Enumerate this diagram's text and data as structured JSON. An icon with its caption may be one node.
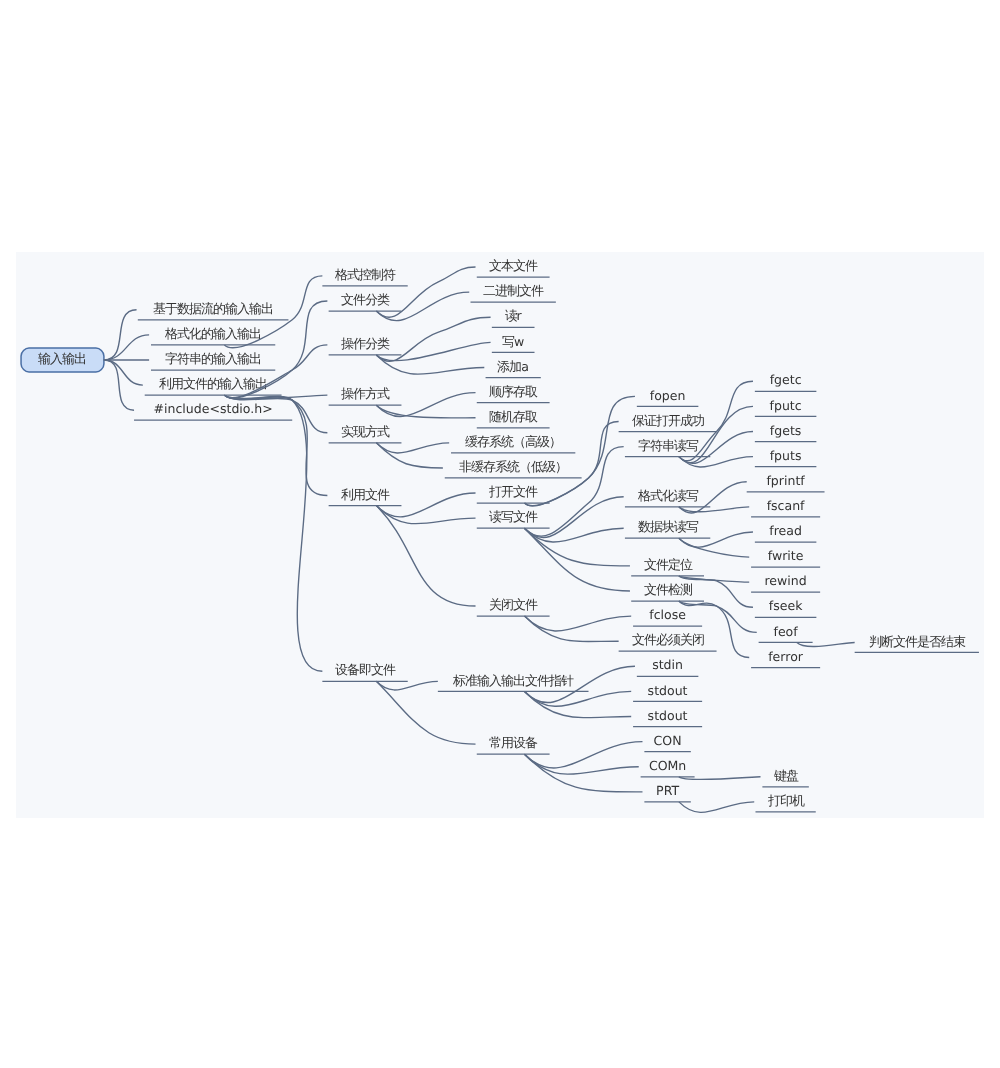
{
  "diagram": {
    "nodes": [
      {
        "text": [
          "输入输出"
        ]
      },
      {
        "text": [
          "基于数据流的输入输出"
        ]
      },
      {
        "text": [
          "格式化的输入输出"
        ]
      },
      {
        "text": [
          "格式控制符"
        ]
      },
      {
        "text": [
          "字符串的输入输出"
        ]
      },
      {
        "text": [
          "利用文件的输入输出"
        ]
      },
      {
        "text": [
          "文件分类"
        ]
      },
      {
        "text": [
          "文本文件"
        ]
      },
      {
        "text": [
          "二进制文件"
        ]
      },
      {
        "text": [
          "操作分类"
        ]
      },
      {
        "text": [
          "读r"
        ]
      },
      {
        "text": [
          "写w"
        ]
      },
      {
        "text": [
          "添加a"
        ]
      },
      {
        "text": [
          "操作方式"
        ]
      },
      {
        "text": [
          "顺序存取"
        ]
      },
      {
        "text": [
          "随机存取"
        ]
      },
      {
        "text": [
          "实现方式"
        ]
      },
      {
        "text": [
          "缓存系统（高级）"
        ]
      },
      {
        "text": [
          "非缓存系统（低级）"
        ]
      },
      {
        "text": [
          "利用文件"
        ]
      },
      {
        "text": [
          "打开文件"
        ]
      },
      {
        "text": [
          "fopen"
        ]
      },
      {
        "text": [
          "保证打开成功"
        ]
      },
      {
        "text": [
          "读写文件"
        ]
      },
      {
        "text": [
          "字符串读写"
        ]
      },
      {
        "text": [
          "fgetc"
        ]
      },
      {
        "text": [
          "fputc"
        ]
      },
      {
        "text": [
          "fgets"
        ]
      },
      {
        "text": [
          "fputs"
        ]
      },
      {
        "text": [
          "格式化读写"
        ]
      },
      {
        "text": [
          "fprintf"
        ]
      },
      {
        "text": [
          "fscanf"
        ]
      },
      {
        "text": [
          "数据块读写"
        ]
      },
      {
        "text": [
          "fread"
        ]
      },
      {
        "text": [
          "fwrite"
        ]
      },
      {
        "text": [
          "文件定位"
        ]
      },
      {
        "text": [
          "rewind"
        ]
      },
      {
        "text": [
          "fseek"
        ]
      },
      {
        "text": [
          "文件检测"
        ]
      },
      {
        "text": [
          "feof"
        ]
      },
      {
        "text": [
          "判断文件是否结束"
        ]
      },
      {
        "text": [
          "ferror"
        ]
      },
      {
        "text": [
          "关闭文件"
        ]
      },
      {
        "text": [
          "fclose"
        ]
      },
      {
        "text": [
          "文件必须关闭"
        ]
      },
      {
        "text": [
          "设备即文件"
        ]
      },
      {
        "text": [
          "标准输入输出文件指针"
        ]
      },
      {
        "text": [
          "stdin"
        ]
      },
      {
        "text": [
          "stdout"
        ]
      },
      {
        "text": [
          "stdout"
        ]
      },
      {
        "text": [
          "常用设备"
        ]
      },
      {
        "text": [
          "CON"
        ]
      },
      {
        "text": [
          "COMn"
        ]
      },
      {
        "text": [
          "键盘"
        ]
      },
      {
        "text": [
          "PRT"
        ]
      },
      {
        "text": [
          "打印机"
        ]
      },
      {
        "text": [
          "#include<stdio.h>"
        ]
      }
    ],
    "edges": [
      {
        "from": 0,
        "to": 1,
        "arrow": "none"
      },
      {
        "from": 0,
        "to": 2,
        "arrow": "none"
      },
      {
        "from": 2,
        "to": 3,
        "arrow": "none"
      },
      {
        "from": 0,
        "to": 4,
        "arrow": "none"
      },
      {
        "from": 0,
        "to": 5,
        "arrow": "none"
      },
      {
        "from": 5,
        "to": 6,
        "arrow": "none"
      },
      {
        "from": 6,
        "to": 7,
        "arrow": "none"
      },
      {
        "from": 6,
        "to": 8,
        "arrow": "none"
      },
      {
        "from": 5,
        "to": 9,
        "arrow": "none"
      },
      {
        "from": 9,
        "to": 10,
        "arrow": "none"
      },
      {
        "from": 9,
        "to": 11,
        "arrow": "none"
      },
      {
        "from": 9,
        "to": 12,
        "arrow": "none"
      },
      {
        "from": 5,
        "to": 13,
        "arrow": "none"
      },
      {
        "from": 13,
        "to": 14,
        "arrow": "none"
      },
      {
        "from": 13,
        "to": 15,
        "arrow": "none"
      },
      {
        "from": 5,
        "to": 16,
        "arrow": "none"
      },
      {
        "from": 16,
        "to": 17,
        "arrow": "none"
      },
      {
        "from": 16,
        "to": 18,
        "arrow": "none"
      },
      {
        "from": 5,
        "to": 19,
        "arrow": "none"
      },
      {
        "from": 19,
        "to": 20,
        "arrow": "none"
      },
      {
        "from": 20,
        "to": 21,
        "arrow": "none"
      },
      {
        "from": 20,
        "to": 22,
        "arrow": "none"
      },
      {
        "from": 19,
        "to": 23,
        "arrow": "none"
      },
      {
        "from": 23,
        "to": 24,
        "arrow": "none"
      },
      {
        "from": 24,
        "to": 25,
        "arrow": "none"
      },
      {
        "from": 24,
        "to": 26,
        "arrow": "none"
      },
      {
        "from": 24,
        "to": 27,
        "arrow": "none"
      },
      {
        "from": 24,
        "to": 28,
        "arrow": "none"
      },
      {
        "from": 23,
        "to": 29,
        "arrow": "none"
      },
      {
        "from": 29,
        "to": 30,
        "arrow": "none"
      },
      {
        "from": 29,
        "to": 31,
        "arrow": "none"
      },
      {
        "from": 23,
        "to": 32,
        "arrow": "none"
      },
      {
        "from": 32,
        "to": 33,
        "arrow": "none"
      },
      {
        "from": 32,
        "to": 34,
        "arrow": "none"
      },
      {
        "from": 23,
        "to": 35,
        "arrow": "none"
      },
      {
        "from": 35,
        "to": 36,
        "arrow": "none"
      },
      {
        "from": 35,
        "to": 37,
        "arrow": "none"
      },
      {
        "from": 23,
        "to": 38,
        "arrow": "none"
      },
      {
        "from": 38,
        "to": 39,
        "arrow": "none"
      },
      {
        "from": 39,
        "to": 40,
        "arrow": "none"
      },
      {
        "from": 38,
        "to": 41,
        "arrow": "none"
      },
      {
        "from": 19,
        "to": 42,
        "arrow": "none"
      },
      {
        "from": 42,
        "to": 43,
        "arrow": "none"
      },
      {
        "from": 42,
        "to": 44,
        "arrow": "none"
      },
      {
        "from": 5,
        "to": 45,
        "arrow": "none"
      },
      {
        "from": 45,
        "to": 46,
        "arrow": "none"
      },
      {
        "from": 46,
        "to": 47,
        "arrow": "none"
      },
      {
        "from": 46,
        "to": 48,
        "arrow": "none"
      },
      {
        "from": 46,
        "to": 49,
        "arrow": "none"
      },
      {
        "from": 45,
        "to": 50,
        "arrow": "none"
      },
      {
        "from": 50,
        "to": 51,
        "arrow": "none"
      },
      {
        "from": 50,
        "to": 52,
        "arrow": "none"
      },
      {
        "from": 52,
        "to": 53,
        "arrow": "none"
      },
      {
        "from": 50,
        "to": 54,
        "arrow": "none"
      },
      {
        "from": 54,
        "to": 55,
        "arrow": "none"
      },
      {
        "from": 0,
        "to": 56,
        "arrow": "none"
      }
    ]
  }
}
